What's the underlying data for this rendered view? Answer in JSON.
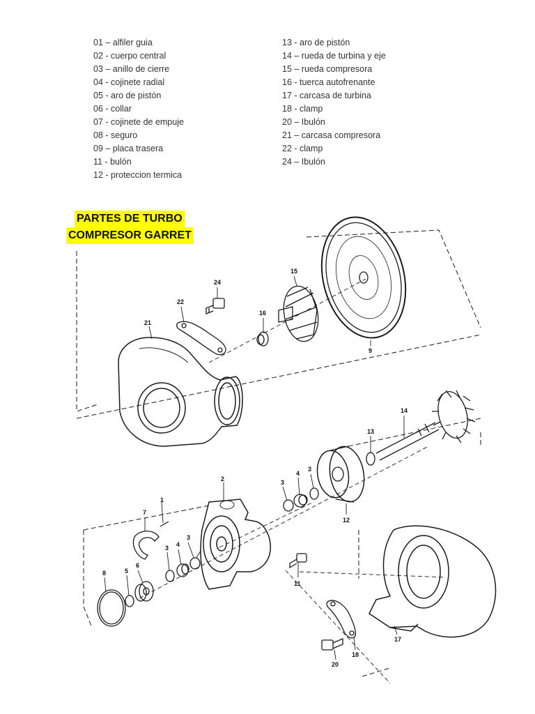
{
  "legend_left": [
    "01 – alfiler guia",
    "02 - cuerpo central",
    "03 – anillo de cierre",
    "04 - cojinete radial",
    "05 - aro de pistón",
    "06 - collar",
    "07 - cojinete de empuje",
    "08 - seguro",
    "09 – placa trasera",
    "11 - bulón",
    "12 - proteccion termica"
  ],
  "legend_right": [
    "13 - aro de pistón",
    "14 – rueda de turbina y eje",
    "15 – rueda compresora",
    "16 - tuerca autofrenante",
    "17 - carcasa de turbina",
    "18 - clamp",
    "20 – Ibulón",
    "21 – carcasa  compresora",
    "22 - clamp",
    "24 – Ibulón"
  ],
  "title": {
    "line1": "PARTES DE TURBO",
    "line2": "COMPRESOR   GARRET"
  },
  "colors": {
    "highlight": "#ffff00",
    "line": "#1a1a1a"
  },
  "part_labels": {
    "p1": "1",
    "p2": "2",
    "p3a": "3",
    "p3b": "3",
    "p3c": "3",
    "p3d": "3",
    "p4a": "4",
    "p4b": "4",
    "p5": "5",
    "p6": "6",
    "p7": "7",
    "p8": "8",
    "p9": "9",
    "p11": "11",
    "p12": "12",
    "p13": "13",
    "p14": "14",
    "p15": "15",
    "p16": "16",
    "p17": "17",
    "p18": "18",
    "p20": "20",
    "p21": "21",
    "p22": "22",
    "p24": "24"
  }
}
